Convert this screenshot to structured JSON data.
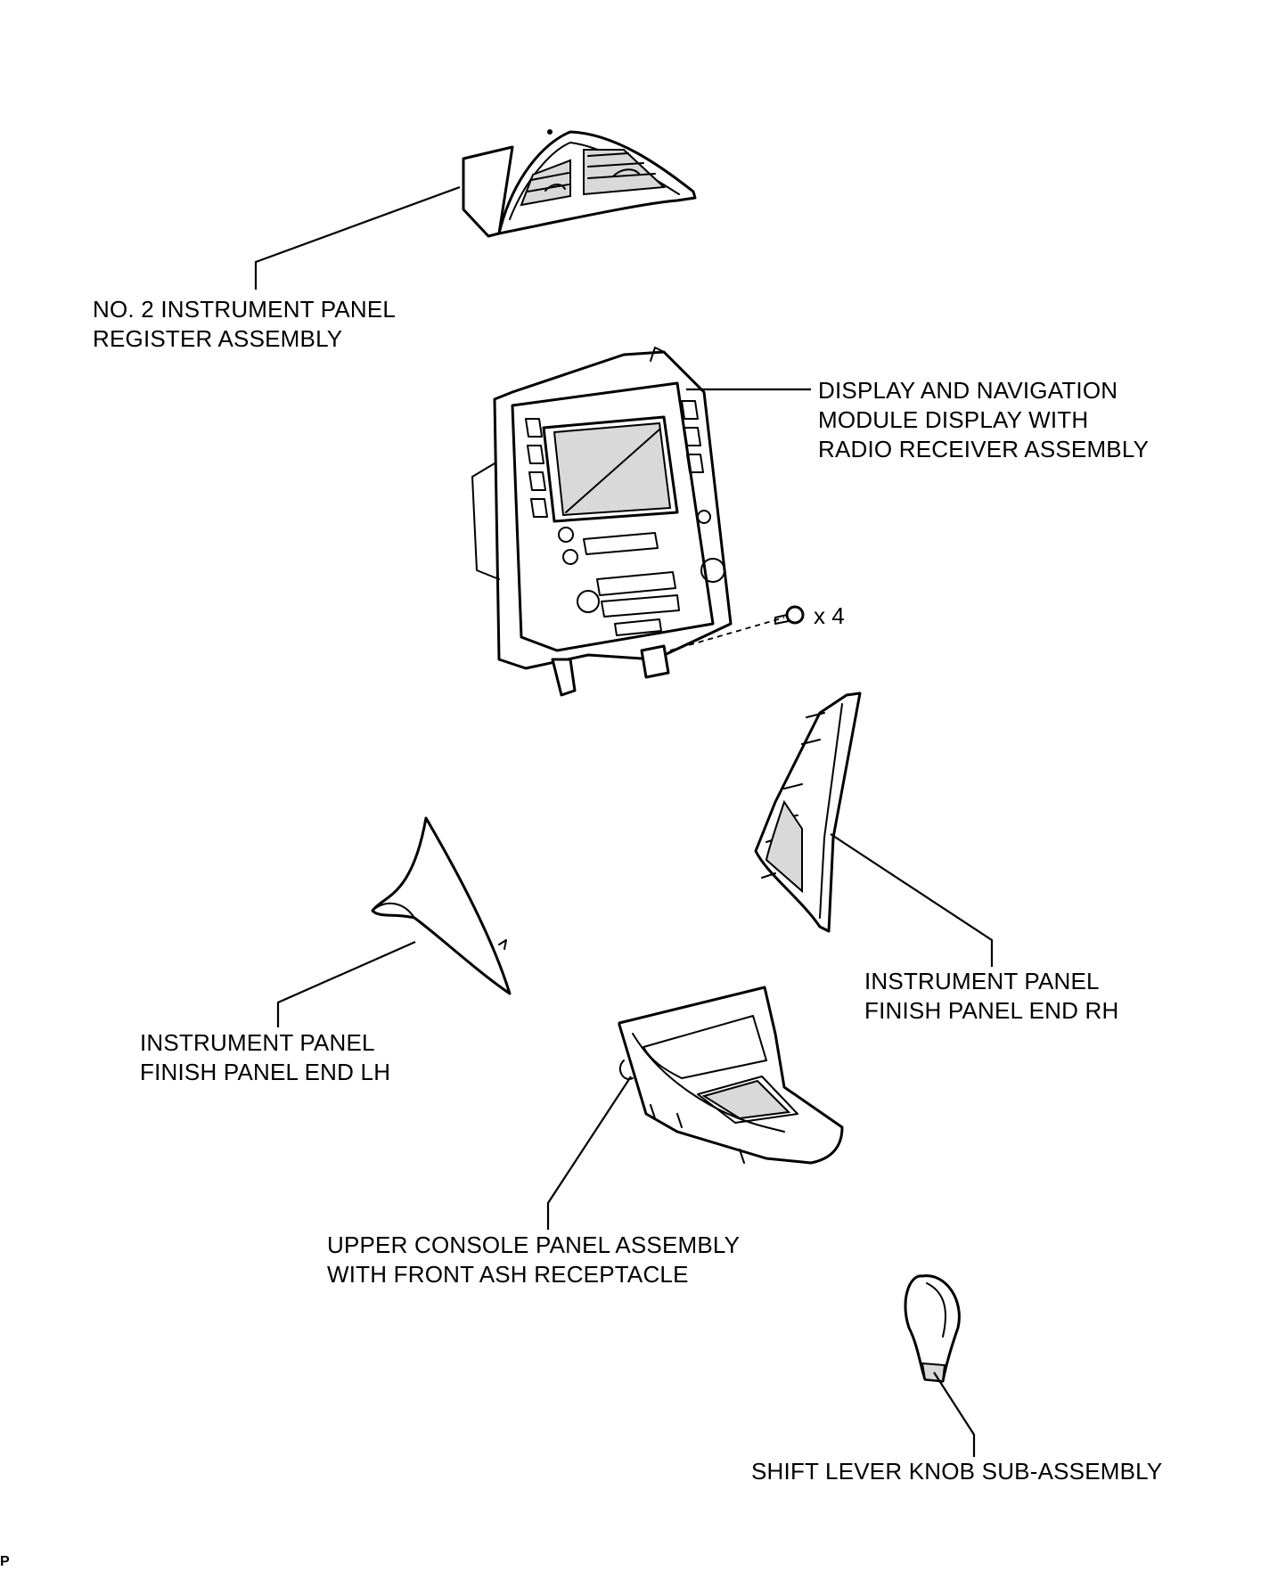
{
  "labels": {
    "register": [
      "NO. 2 INSTRUMENT PANEL",
      "REGISTER ASSEMBLY"
    ],
    "display": [
      "DISPLAY AND NAVIGATION",
      "MODULE DISPLAY WITH",
      "RADIO RECEIVER ASSEMBLY"
    ],
    "finish_rh": [
      "INSTRUMENT PANEL",
      "FINISH PANEL END RH"
    ],
    "finish_lh": [
      "INSTRUMENT PANEL",
      "FINISH PANEL END LH"
    ],
    "console": [
      "UPPER CONSOLE PANEL ASSEMBLY",
      "WITH FRONT ASH RECEPTACLE"
    ],
    "shift_knob": "SHIFT LEVER KNOB SUB-ASSEMBLY"
  },
  "screw_quantity": "x 4",
  "corner_mark": "P"
}
